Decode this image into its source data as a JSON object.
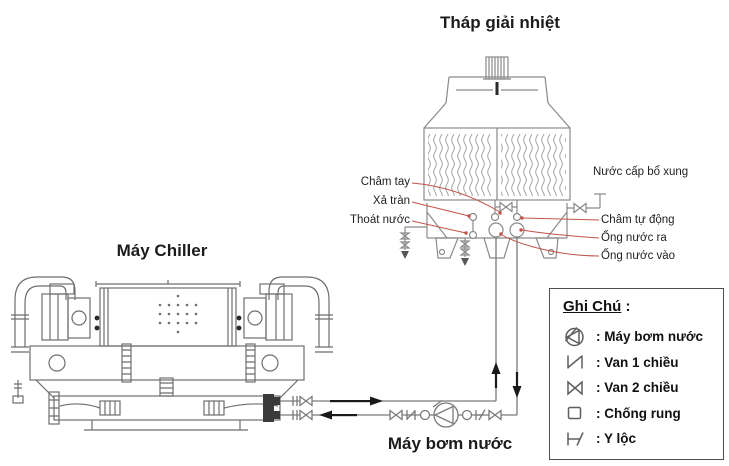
{
  "titles": {
    "tower": "Tháp giải nhiệt",
    "chiller": "Máy Chiller",
    "pump": "Máy bơm nước"
  },
  "tower_labels": {
    "cham_tay": "Châm tay",
    "xa_tran": "Xả tràn",
    "thoat_nuoc": "Thoát nước",
    "nuoc_cap_bo_xung": "Nước cấp bổ xung",
    "cham_tu_dong": "Châm tự động",
    "ong_nuoc_ra": "Ống nước ra",
    "ong_nuoc_vao": "Ống nước vào"
  },
  "legend": {
    "title": "Ghi Chú",
    "title_suffix": " :",
    "items": [
      {
        "icon": "pump-icon",
        "label": ": Máy bơm nước"
      },
      {
        "icon": "check-valve-icon",
        "label": ": Van 1 chiều"
      },
      {
        "icon": "two-way-valve-icon",
        "label": ": Van 2 chiều"
      },
      {
        "icon": "anti-vibration-icon",
        "label": ": Chống rung"
      },
      {
        "icon": "y-strainer-icon",
        "label": ": Y lộc"
      }
    ]
  },
  "colors": {
    "line_art": "#6e6e6e",
    "pipe": "#7a7a7a",
    "leader_red": "#c0544a",
    "arrow_black": "#1a1a1a",
    "text": "#1f1f1f",
    "background": "#ffffff"
  }
}
